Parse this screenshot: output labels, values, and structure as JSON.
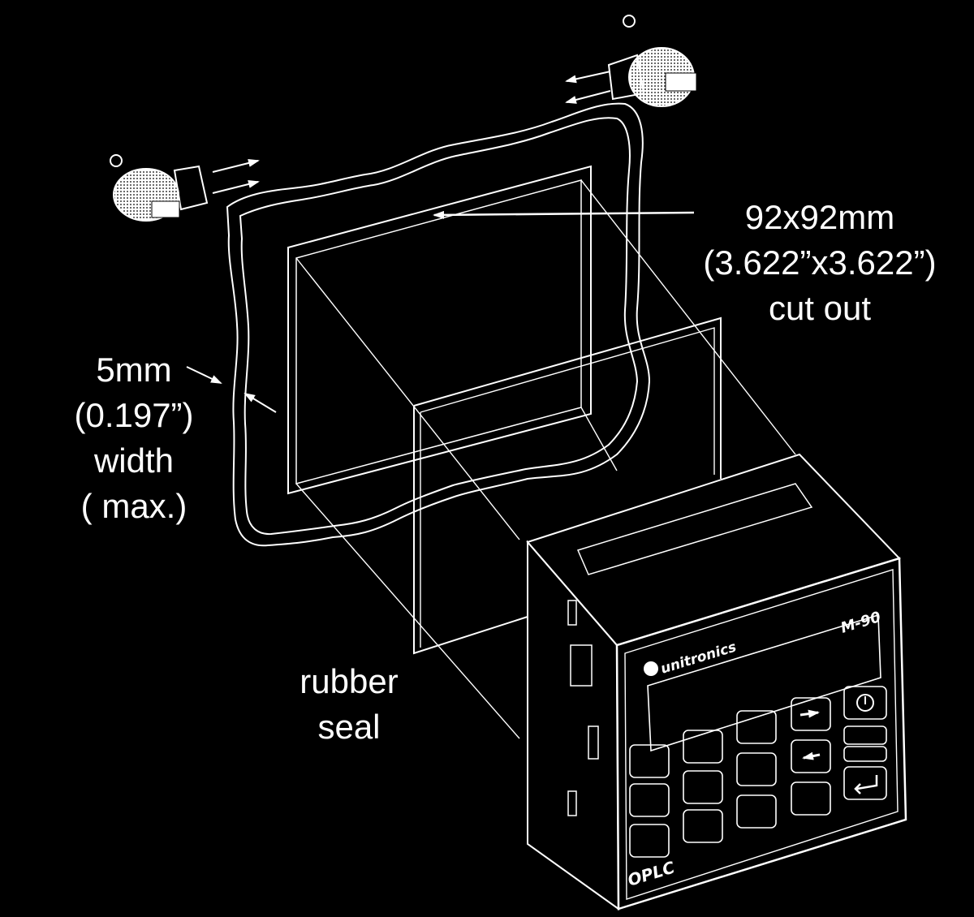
{
  "labels": {
    "cutout": {
      "lines": [
        "92x92mm",
        "(3.622”x3.622”)",
        "cut out"
      ]
    },
    "width": {
      "lines": [
        "5mm",
        "(0.197”)",
        "width",
        "( max.)"
      ]
    },
    "seal": {
      "lines": [
        "rubber",
        "seal"
      ]
    }
  },
  "device": {
    "model": "M-90",
    "brand": "unitronics",
    "bottom_logo": "OPLC"
  },
  "icons": [
    "mounting-bracket-icon",
    "arrow-icon",
    "power-key-icon",
    "right-arrow-key-icon",
    "left-arrow-key-icon",
    "enter-key-icon"
  ],
  "colors": {
    "background": "#000000",
    "foreground": "#ffffff"
  }
}
